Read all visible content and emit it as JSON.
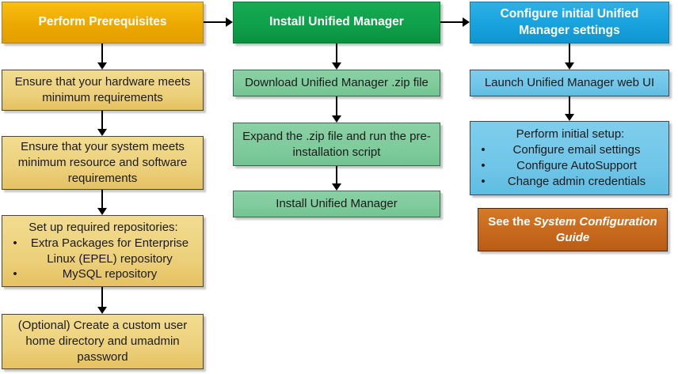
{
  "colors": {
    "yellow_header": "#EDA800",
    "yellow_box": "#ECD07B",
    "green_header": "#0FA04A",
    "green_box": "#7ECB9C",
    "blue_header": "#17A2DE",
    "blue_box": "#6FC6E8",
    "orange_box": "#C8691E",
    "arrow": "#000000",
    "header_text": "#FFFFFF",
    "box_text": "#1A1A1A"
  },
  "columns": [
    {
      "header": "Perform Prerequisites",
      "boxes": [
        {
          "text": "Ensure that your hardware meets minimum requirements"
        },
        {
          "text": "Ensure that your system meets minimum resource and software requirements"
        },
        {
          "title": "Set up required repositories:",
          "items": [
            "Extra Packages for Enterprise Linux (EPEL) repository",
            "MySQL repository"
          ]
        },
        {
          "text": "(Optional) Create a custom user home directory and umadmin password"
        }
      ]
    },
    {
      "header": "Install Unified Manager",
      "boxes": [
        {
          "text": "Download Unified Manager .zip file"
        },
        {
          "text": "Expand the .zip file and run the pre-installation script"
        },
        {
          "text": "Install Unified Manager"
        }
      ]
    },
    {
      "header": "Configure initial Unified Manager settings",
      "boxes": [
        {
          "text": "Launch Unified Manager web UI"
        },
        {
          "title": "Perform initial setup:",
          "items": [
            "Configure email settings",
            "Configure AutoSupport",
            "Change admin credentials"
          ]
        }
      ],
      "note": {
        "prefix": "See the ",
        "title_italic": "System Configuration Guide"
      }
    }
  ],
  "bullet_glyph": "•"
}
